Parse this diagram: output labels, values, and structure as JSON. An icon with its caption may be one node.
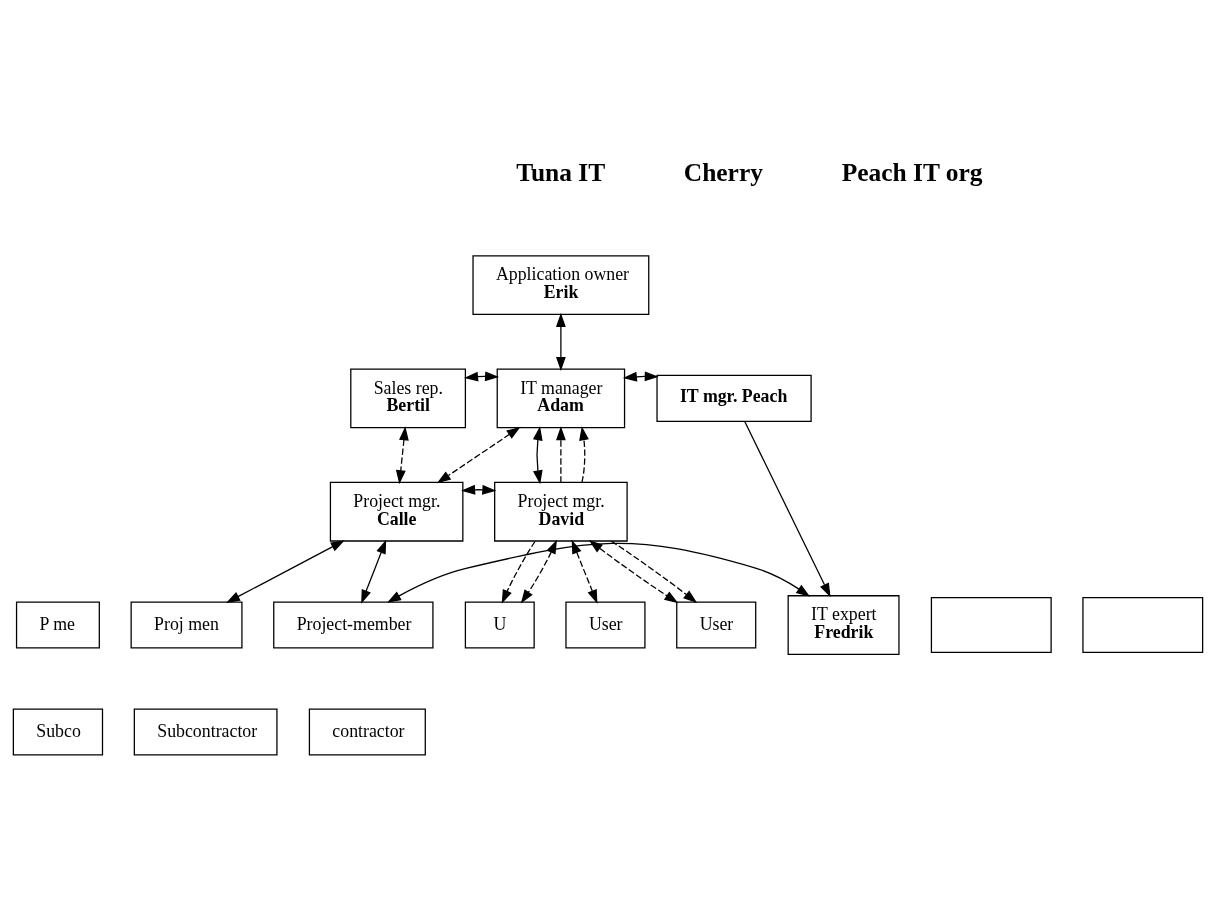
{
  "diagram": {
    "nodes": [
      {
        "text": [
          "Application owner",
          "Erik"
        ]
      },
      {
        "text": [
          "Sales rep.",
          "Bertil"
        ]
      },
      {
        "text": [
          "IT manager",
          "Adam"
        ]
      },
      {
        "text": [
          "IT mgr. Peach"
        ]
      },
      {
        "text": [
          "Project mgr.",
          "Calle"
        ]
      },
      {
        "text": [
          "Project mgr.",
          "David"
        ]
      },
      {
        "text": [
          "P me"
        ]
      },
      {
        "text": [
          "Proj men"
        ]
      },
      {
        "text": [
          "Project-member"
        ]
      },
      {
        "text": [
          "Subco"
        ]
      },
      {
        "text": [
          "Subcontractor"
        ]
      },
      {
        "text": [
          "contractor"
        ]
      },
      {
        "text": [
          "U"
        ]
      },
      {
        "text": [
          "User"
        ]
      },
      {
        "text": [
          "User"
        ]
      },
      {
        "text": [
          "IT expert",
          "Fredrik"
        ]
      },
      {
        "text": [],
        "shape": "box"
      },
      {
        "text": [],
        "shape": "box"
      }
    ],
    "edges": [
      {
        "from": 0,
        "to": 2,
        "arrow": "both"
      },
      {
        "from": 1,
        "to": 2,
        "arrow": "both"
      },
      {
        "from": 2,
        "to": 3,
        "arrow": "both"
      },
      {
        "from": 1,
        "to": 4,
        "arrow": "both",
        "style": "dashed"
      },
      {
        "from": 2,
        "to": 4,
        "arrow": "both",
        "style": "dashed"
      },
      {
        "from": 4,
        "to": 5,
        "arrow": "both"
      },
      {
        "from": 2,
        "to": 5,
        "arrow": "both"
      },
      {
        "from": 5,
        "to": 2,
        "arrow": "to",
        "style": "dashed"
      },
      {
        "from": 5,
        "to": 2,
        "arrow": "to",
        "style": "dashed"
      },
      {
        "from": 4,
        "to": 7,
        "arrow": "both"
      },
      {
        "from": 4,
        "to": 8,
        "arrow": "both"
      },
      {
        "from": 8,
        "to": 15,
        "arrow": "both"
      },
      {
        "from": 3,
        "to": 15,
        "arrow": "to"
      },
      {
        "from": 5,
        "to": 12,
        "arrow": "to",
        "style": "dashed"
      },
      {
        "from": 5,
        "to": 12,
        "arrow": "both",
        "style": "dashed"
      },
      {
        "from": 5,
        "to": 13,
        "arrow": "both",
        "style": "dashed"
      },
      {
        "from": 5,
        "to": 14,
        "arrow": "both",
        "style": "dashed"
      },
      {
        "from": 5,
        "to": 14,
        "arrow": "to",
        "style": "dashed"
      }
    ],
    "labels": [
      "Tuna IT",
      "Cherry",
      "Peach IT org"
    ]
  }
}
